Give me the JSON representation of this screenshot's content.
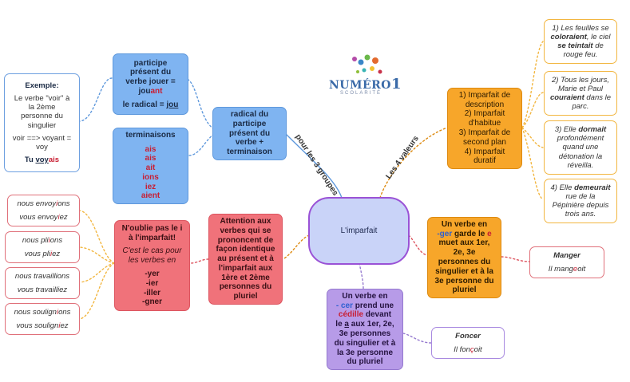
{
  "center": {
    "title": "L'imparfait"
  },
  "branch_labels": {
    "top_left": "pour les 3 groupes",
    "top_right": "Les 4 valeurs"
  },
  "logo": {
    "text": "NUMÉRO",
    "digit": "1",
    "sub": "SCOLARITÉ"
  },
  "participe": {
    "l1": "participe",
    "l2": "présent du",
    "l3": "verbe jouer =",
    "l4_a": "jou",
    "l4_b": "ant",
    "l5_a": "le radical = ",
    "l5_b": "jou"
  },
  "terminaisons": {
    "title": "terminaisons",
    "items": [
      "ais",
      "ais",
      "ait",
      "ions",
      "iez",
      "aient"
    ]
  },
  "radical": {
    "l1": "radical du",
    "l2": "participe",
    "l3": "présent du",
    "l4": "verbe +",
    "l5": "terminaison"
  },
  "exemple": {
    "title": "Exemple:",
    "l1": "Le verbe \"voir\" à",
    "l2": "la 2ème",
    "l3": "personne du",
    "l4": "singulier",
    "l5": "voir ==> voyant =",
    "l6": "voy",
    "l7_a": "Tu ",
    "l7_b": "voy",
    "l7_c": "ais"
  },
  "attention": {
    "l1": "Attention aux",
    "l2": "verbes qui se",
    "l3": "prononcent de",
    "l4": "façon identique",
    "l5": "au présent et à",
    "l6": "l'imparfait aux",
    "l7": "1ère et 2ème",
    "l8": "personnes du",
    "l9": "pluriel"
  },
  "oublie": {
    "l1": "N'oublie pas le i",
    "l2": "à l'imparfait!",
    "l3": "C'est le cas pour",
    "l4": "les verbes en",
    "endings": [
      "-yer",
      "-ier",
      "-iller",
      "-gner"
    ]
  },
  "examples_left": [
    {
      "a": "nous envoy",
      "b": "i",
      "c": "ons",
      "d": "vous envoy",
      "e": "i",
      "f": "ez"
    },
    {
      "a": "nous pli",
      "b": "i",
      "c": "ons",
      "d": "vous pli",
      "e": "i",
      "f": "ez"
    },
    {
      "a": "nous travailli",
      "b": "",
      "c": "ons",
      "d": "vous travailli",
      "e": "",
      "f": "ez"
    },
    {
      "a": "nous soulign",
      "b": "i",
      "c": "ons",
      "d": "vous soulign",
      "e": "i",
      "f": "ez"
    }
  ],
  "valeurs": {
    "l1": "1) Imparfait de",
    "l2": "description",
    "l3": "2) Imparfait",
    "l4": "d'habitue",
    "l5": "3) Imparfait de",
    "l6": "second plan",
    "l7": "4) Imparfait",
    "l8": "duratif"
  },
  "ex1": {
    "l1": "1) Les feuilles se",
    "l2_a": "coloraient",
    "l2_b": ", le ciel",
    "l3": "se teintait",
    "l3_b": " de",
    "l4": "rouge feu."
  },
  "ex2": {
    "l1": "2) Tous les jours,",
    "l2": "Marie et Paul",
    "l3_a": "couraient",
    "l3_b": " dans le",
    "l4": "parc."
  },
  "ex3": {
    "l1_a": "3) Elle ",
    "l1_b": "dormait",
    "l2": "profondément",
    "l3": "quand une",
    "l4": "détonation la",
    "l5": "réveilla."
  },
  "ex4": {
    "l1_a": "4) Elle ",
    "l1_b": "demeurait",
    "l2": "rue de la",
    "l3": "Pépinière depuis",
    "l4": "trois ans."
  },
  "ger": {
    "l1": "Un verbe en",
    "l2_a": "-ger",
    "l2_b": " garde le ",
    "l2_c": "e",
    "l3": "muet aux 1er,",
    "l4": "2e, 3e",
    "l5": "personnes du",
    "l6": "singulier et à la",
    "l7": "3e personne du",
    "l8": "pluriel"
  },
  "manger": {
    "title": "Manger",
    "l1_a": "Il mang",
    "l1_b": "e",
    "l1_c": "oit"
  },
  "cer": {
    "l1": "Un verbe en",
    "l2_a": "- cer",
    "l2_b": " prend une",
    "l3": "cédille",
    "l3_b": " devant",
    "l4_a": "le ",
    "l4_b": "a",
    "l4_c": "  aux 1er, 2e,",
    "l5": "3e personnes",
    "l6": "du singulier et à",
    "l7": "la 3e personne",
    "l8": "du pluriel"
  },
  "foncer": {
    "title": "Foncer",
    "l1_a": "Il fon",
    "l1_b": "ç",
    "l1_c": "oit"
  },
  "colors": {
    "blue": "#7fb4f1",
    "red": "#f0727a",
    "orange": "#f7a62a",
    "purple": "#b79be8",
    "center_border": "#9a52d6"
  }
}
